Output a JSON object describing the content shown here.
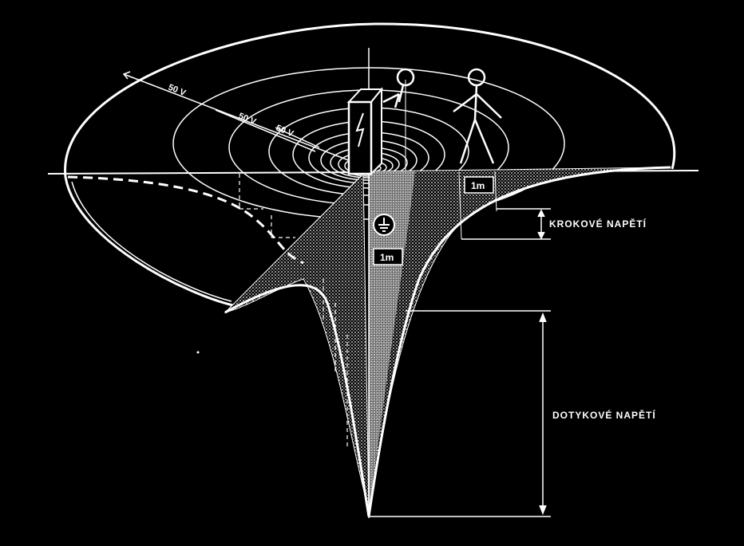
{
  "diagram": {
    "labels": {
      "step_voltage": "KROKOVÉ NAPĚTÍ",
      "touch_voltage": "DOTYKOVÉ NAPĚTÍ",
      "v50_outer": "50 V",
      "v50_middle": "50 V",
      "v50_inner": "50 V",
      "distance_top": "1m",
      "distance_mid": "1m"
    },
    "colors": {
      "background": "#000000",
      "lines": "#ffffff",
      "shading": "#bdbdbd"
    },
    "icons": {
      "lightning": "lightning-bolt-icon",
      "ground": "ground-symbol-icon",
      "person": "person-icon"
    }
  }
}
